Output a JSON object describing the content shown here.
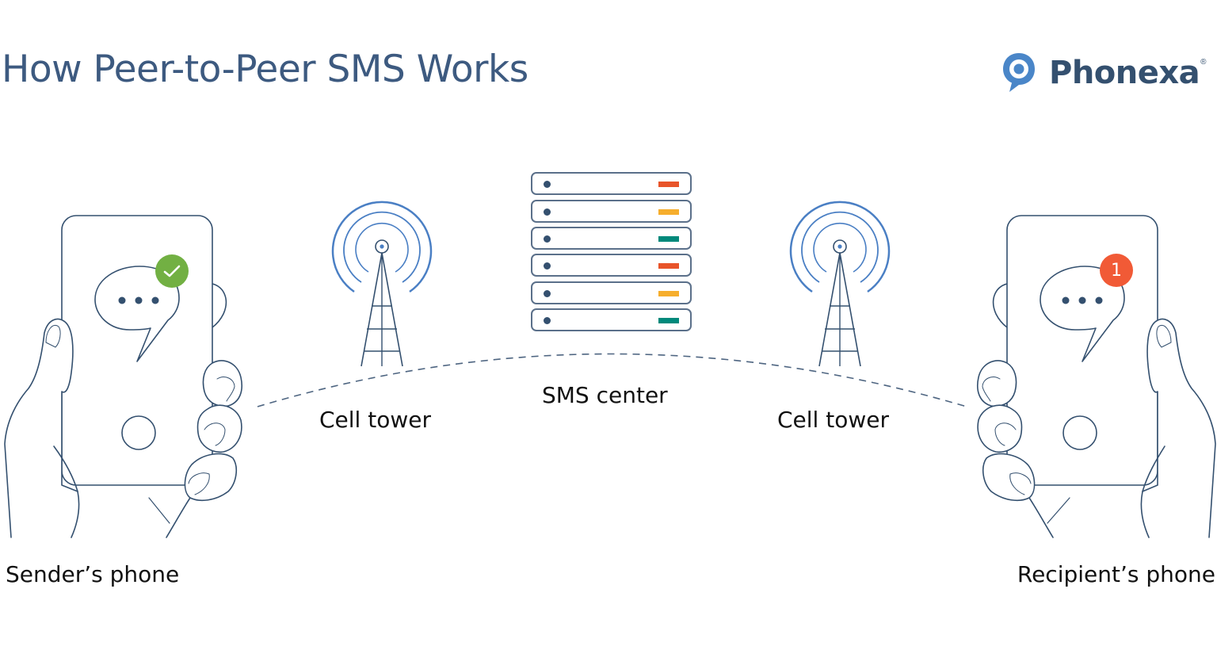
{
  "header": {
    "title": "How Peer-to-Peer SMS Works",
    "logo": {
      "icon": "chat-pin-icon",
      "text": "Phonexa",
      "mark": "®"
    }
  },
  "diagram": {
    "sender": {
      "label": "Sender’s phone",
      "badge_icon": "check-icon",
      "badge_color": "#72b043"
    },
    "tower_left": {
      "label": "Cell tower",
      "icon": "cell-tower-icon"
    },
    "sms_center": {
      "label": "SMS center",
      "icon": "server-rack-icon",
      "units": [
        {
          "status_color": "#e8542a"
        },
        {
          "status_color": "#f6ae2d"
        },
        {
          "status_color": "#00897b"
        },
        {
          "status_color": "#e8542a"
        },
        {
          "status_color": "#f6ae2d"
        },
        {
          "status_color": "#00897b"
        }
      ]
    },
    "tower_right": {
      "label": "Cell tower",
      "icon": "cell-tower-icon"
    },
    "recipient": {
      "label": "Recipient’s phone",
      "badge_text": "1",
      "badge_color": "#f15a36"
    },
    "path": {
      "style": "dashed-arc",
      "color": "#4e6581"
    }
  },
  "colors": {
    "title": "#3d5a80",
    "line": "#34506f",
    "signal": "#4a7fc4",
    "brand": "#4a86c8"
  }
}
